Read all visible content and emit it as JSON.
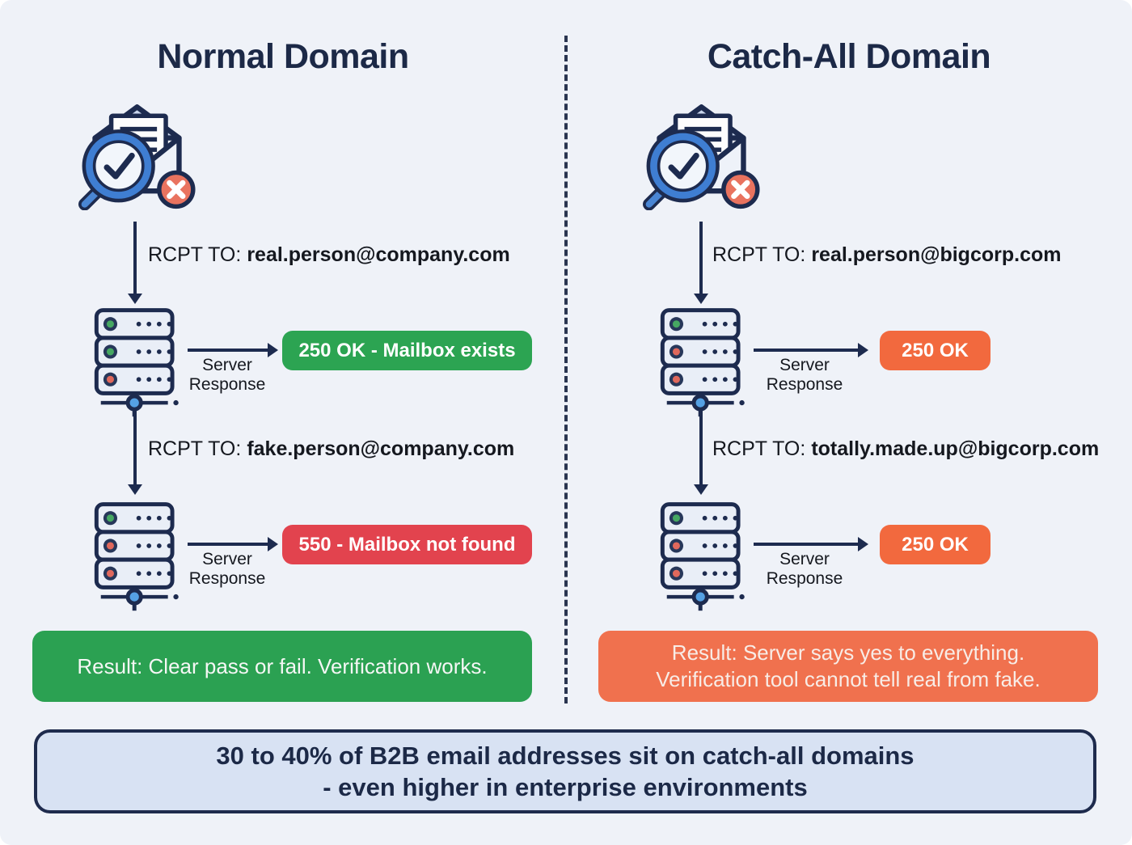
{
  "colors": {
    "page_bg": "#eff2f8",
    "navy": "#1d2b4f",
    "green_badge": "#2ca452",
    "red_badge": "#e2434e",
    "orange_badge": "#f2693e",
    "green_banner": "#2ba152",
    "orange_banner": "#f0714e",
    "footer_bg": "#d8e2f3"
  },
  "icons": {
    "mail": "mail-search-icon",
    "server": "server-icon"
  },
  "labels": {
    "server_response_line1": "Server",
    "server_response_line2": "Response"
  },
  "columns": {
    "left": {
      "title": "Normal Domain",
      "steps": [
        {
          "rcpt_prefix": "RCPT TO:",
          "rcpt_email": "real.person@company.com",
          "badge": "250 OK - Mailbox exists"
        },
        {
          "rcpt_prefix": "RCPT TO:",
          "rcpt_email": "fake.person@company.com",
          "badge": "550 - Mailbox not found"
        }
      ],
      "result": "Result: Clear pass or fail. Verification works."
    },
    "right": {
      "title": "Catch-All Domain",
      "steps": [
        {
          "rcpt_prefix": "RCPT TO:",
          "rcpt_email": "real.person@bigcorp.com",
          "badge": "250 OK"
        },
        {
          "rcpt_prefix": "RCPT TO:",
          "rcpt_email": "totally.made.up@bigcorp.com",
          "badge": "250 OK"
        }
      ],
      "result_line1": "Result: Server says yes to everything.",
      "result_line2": "Verification tool cannot tell real from fake."
    }
  },
  "footer": {
    "line1": "30 to 40% of B2B email addresses sit on catch-all domains",
    "line2": "- even higher in enterprise environments"
  }
}
